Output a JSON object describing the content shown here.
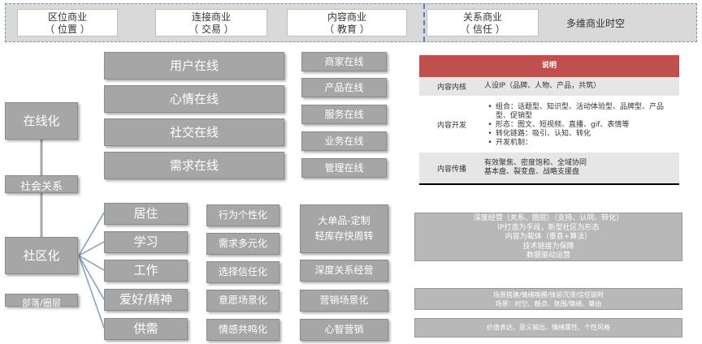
{
  "top": {
    "boxes": [
      {
        "title": "区位商业",
        "sub": "（ 位置 ）"
      },
      {
        "title": "连接商业",
        "sub": "（ 交易 ）"
      },
      {
        "title": "内容商业",
        "sub": "（ 教育 ）"
      },
      {
        "title": "关系商业",
        "sub": "（ 信任 ）"
      }
    ],
    "multi_dim": "多维商业时空"
  },
  "left": {
    "online": "在线化",
    "social_relation": "社会关系",
    "community": "社区化",
    "tribe": "部落/圈层"
  },
  "online_items": [
    "用户在线",
    "心情在线",
    "社交在线",
    "需求在线"
  ],
  "side_online": [
    "商家在线",
    "产品在线",
    "服务在线",
    "业务在线",
    "管理在线"
  ],
  "scenes": [
    "居住",
    "学习",
    "工作",
    "爱好/精神",
    "供需"
  ],
  "modes": [
    "行为个性化",
    "需求多元化",
    "选择信任化",
    "意愿场景化",
    "情感共鸣化"
  ],
  "ops": {
    "big_single": "大单品-定制",
    "light_inventory": "轻库存快周转",
    "deep_relation": "深度关系经营",
    "marketing_scene": "营销场景化",
    "mind_marketing": "心智营销"
  },
  "table": {
    "header": "说明",
    "rows": [
      {
        "label": "内容内核",
        "lines": [
          "人设IP（品牌、人物、产品，共筑）"
        ]
      },
      {
        "label": "内容开发",
        "bullets": [
          "组合：话题型、知识型、活动体验型、品牌型、产品型、促销型",
          "形态：图文、短视频、直播、gif、表情等",
          "转化链路：吸引、认知、转化",
          "开发机制："
        ]
      },
      {
        "label": "内容传播",
        "lines": [
          "有效聚焦、密度饱和、全域协同",
          "基本盘、裂变盘、战略支援盘"
        ]
      }
    ]
  },
  "deep_box": [
    "深度经营（关系、圈层）（支持、认同、转化）",
    "IP打造为手段，新型社区为形态",
    "内容为载体（垂直+算法）",
    "技术链接为保障",
    "数据驱动运营"
  ],
  "marketing_box": [
    "场景搭建/情绪唤醒/体验沉浸/信任链附",
    "场景：时空、触点、氛围/情绪、肇由"
  ],
  "mind_box": [
    "价值表达、意义输出、情绪属性、个性风格"
  ],
  "colors": {
    "block_grey": "#a6a6a6",
    "table_header": "#c0504d",
    "top_band": "#d9d9d9"
  }
}
